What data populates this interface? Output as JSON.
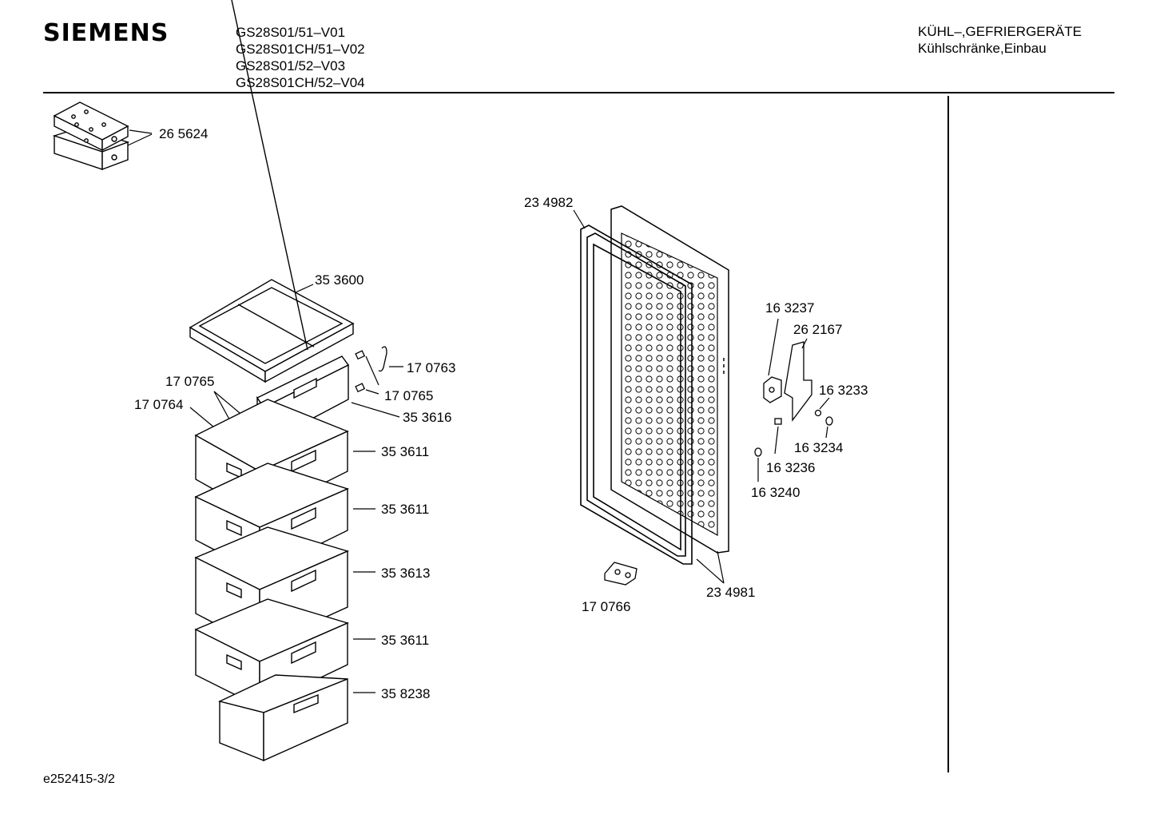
{
  "header": {
    "brand": "SIEMENS",
    "models": [
      "GS28S01/51–V01",
      "GS28S01CH/51–V02",
      "GS28S01/52–V03",
      "GS28S01CH/52–V04"
    ],
    "category_line1": "KÜHL–,GEFRIERGERÄTE",
    "category_line2": "Kühlschränke,Einbau"
  },
  "parts": {
    "p265624": "26 5624",
    "p353600": "35 3600",
    "p170763": "17 0763",
    "p170765a": "17 0765",
    "p170765b": "17 0765",
    "p170764": "17 0764",
    "p353616": "35 3616",
    "p353611a": "35 3611",
    "p353611b": "35 3611",
    "p353613": "35 3613",
    "p353611c": "35 3611",
    "p358238": "35 8238",
    "p234982": "23 4982",
    "p234981": "23 4981",
    "p170766": "17 0766",
    "p163237": "16 3237",
    "p262167": "26 2167",
    "p163233": "16 3233",
    "p163234": "16 3234",
    "p163236": "16 3236",
    "p163240": "16 3240"
  },
  "footer": {
    "code": "e252415-3/2"
  }
}
